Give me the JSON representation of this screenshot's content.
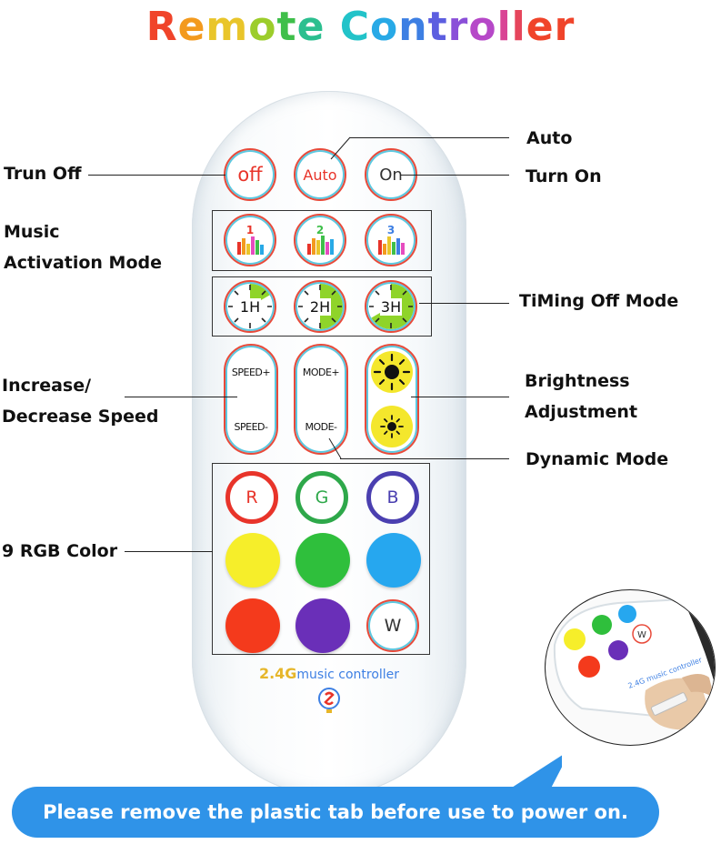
{
  "title": {
    "text": "Remote Controller",
    "letter_colors": [
      "#f0442a",
      "#f39a1e",
      "#e9c52a",
      "#9ccd2b",
      "#3fbf4a",
      "#2bbf8f",
      "#22c3c9",
      "#28a9e6",
      "#3d7fe3",
      "#5c5ee0",
      "#8a4fd8",
      "#b648c8",
      "#d94495",
      "#e6455c",
      "#f0442a",
      "#f0442a",
      "#e64cbf"
    ]
  },
  "remote": {
    "row1": [
      {
        "label": "off",
        "color": "#e8342a"
      },
      {
        "label": "Auto",
        "color": "#e8342a"
      },
      {
        "label": "On",
        "color": "#333333"
      }
    ],
    "timers": [
      "1H",
      "2H",
      "3H"
    ],
    "speed": {
      "up": "SPEED+",
      "down": "SPEED-"
    },
    "mode": {
      "up": "MODE+",
      "down": "MODE-"
    },
    "rgb_letters": [
      {
        "label": "R",
        "color": "#e8342a"
      },
      {
        "label": "G",
        "color": "#2ea84a"
      },
      {
        "label": "B",
        "color": "#4a3fb0"
      }
    ],
    "color_buttons": [
      "#f6ee2a",
      "#2fbf3c",
      "#26a7ef",
      "#f43a1c",
      "#6a2fb8"
    ],
    "white_label": "W",
    "brand_prefix": "2.4G",
    "brand_suffix": "music controller"
  },
  "labels": {
    "auto": "Auto",
    "turn_off": "Trun Off",
    "turn_on": "Turn On",
    "music_line1": "Music",
    "music_line2": "Activation Mode",
    "timing": "TiMing Off Mode",
    "speed_line1": "Increase/",
    "speed_line2": "Decrease Speed",
    "brightness_line1": "Brightness",
    "brightness_line2": "Adjustment",
    "dynamic": "Dynamic Mode",
    "rgb": "9 RGB Color"
  },
  "inset": {
    "white_label": "W",
    "brand_text": "2.4G music controller"
  },
  "banner": {
    "text": "Please remove the plastic tab before use to power on.",
    "color": "#2f93e8"
  }
}
